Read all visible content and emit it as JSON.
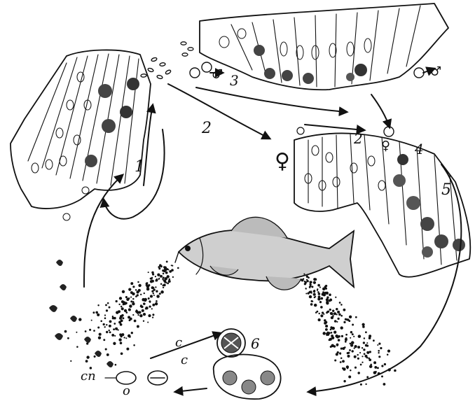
{
  "labels": {
    "one": "1",
    "two_main": "2",
    "two_small": "2",
    "three": "3",
    "four": "4",
    "five": "5",
    "six": "6",
    "c1": "c",
    "c2": "c",
    "sp": "сп",
    "o": "о"
  },
  "sex_symbols": {
    "female_left": "♀",
    "female_center": "♀",
    "male_top": "♂",
    "male_right": "♂"
  },
  "colors": {
    "ink": "#111111",
    "background": "#ffffff"
  }
}
